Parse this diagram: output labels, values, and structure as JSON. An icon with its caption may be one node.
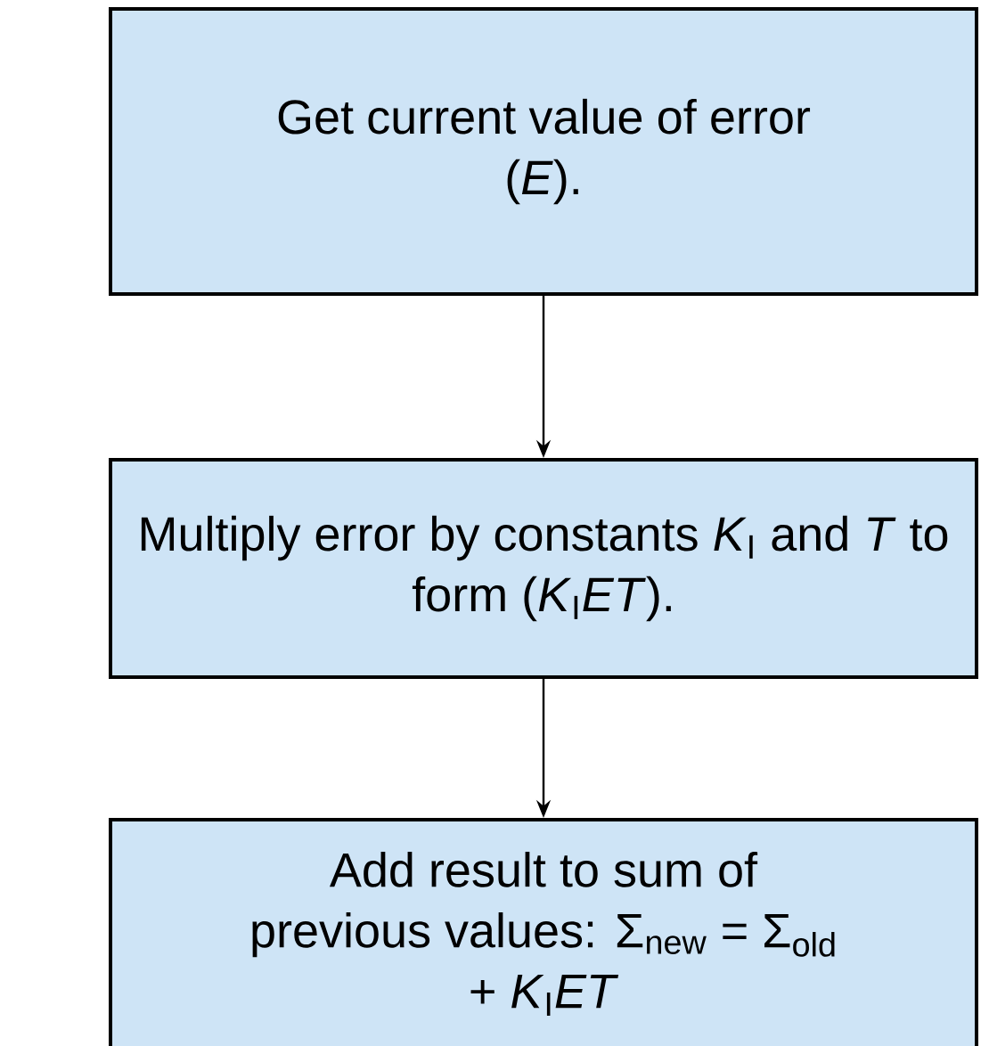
{
  "diagram": {
    "nodes": [
      {
        "text": [
          "Get current value of error (*E*)."
        ]
      },
      {
        "text": [
          "Multiply error by constants *K*$_{I}$ and *T* to form (*K*$_{I}$*ET*)."
        ]
      },
      {
        "text": [
          "Add result to sum of previous values: Σ$_{new}$ = Σ$_{old}$ + *K*$_{I}$*ET*"
        ]
      }
    ],
    "edges": [
      {
        "from": 0,
        "to": 1,
        "arrow": "to"
      },
      {
        "from": 1,
        "to": 2,
        "arrow": "to"
      }
    ]
  }
}
